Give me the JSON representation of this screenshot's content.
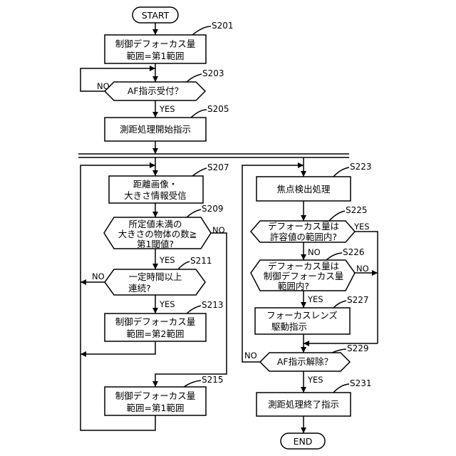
{
  "terminals": {
    "start": "START",
    "end": "END"
  },
  "nodes": {
    "s201": {
      "line1": "制御デフォーカス量",
      "line2": "範囲=第1範囲"
    },
    "s203": {
      "line1": "AF指示受付？"
    },
    "s205": {
      "line1": "測距処理開始指示"
    },
    "s207": {
      "line1": "距離画像・",
      "line2": "大きさ情報受信"
    },
    "s209": {
      "line1": "所定値未満の",
      "line2": "大きさの物体の数≧",
      "line3": "第1閾値?"
    },
    "s211": {
      "line1": "一定時間以上",
      "line2": "連続?"
    },
    "s213": {
      "line1": "制御デフォーカス量",
      "line2": "範囲=第2範囲"
    },
    "s215": {
      "line1": "制御デフォーカス量",
      "line2": "範囲=第1範囲"
    },
    "s223": {
      "line1": "焦点検出処理"
    },
    "s225": {
      "line1": "デフォーカス量は",
      "line2": "許容値の範囲内?"
    },
    "s226": {
      "line1": "デフォーカス量は",
      "line2": "制御デフォーカス量",
      "line3": "範囲内?"
    },
    "s227": {
      "line1": "フォーカスレンズ",
      "line2": "駆動指示"
    },
    "s229": {
      "line1": "AF指示解除？"
    },
    "s231": {
      "line1": "測距処理終了指示"
    }
  },
  "step_labels": {
    "s201": "S201",
    "s203": "S203",
    "s205": "S205",
    "s207": "S207",
    "s209": "S209",
    "s211": "S211",
    "s213": "S213",
    "s215": "S215",
    "s223": "S223",
    "s225": "S225",
    "s226": "S226",
    "s227": "S227",
    "s229": "S229",
    "s231": "S231"
  },
  "branch_labels": {
    "s203_no": "NO",
    "s203_yes": "YES",
    "s209_yes": "YES",
    "s209_no": "NO",
    "s211_no": "NO",
    "s211_yes": "YES",
    "s225_yes": "YES",
    "s225_no": "NO",
    "s226_no": "NO",
    "s226_yes": "YES",
    "s229_no": "NO",
    "s229_yes": "YES"
  }
}
